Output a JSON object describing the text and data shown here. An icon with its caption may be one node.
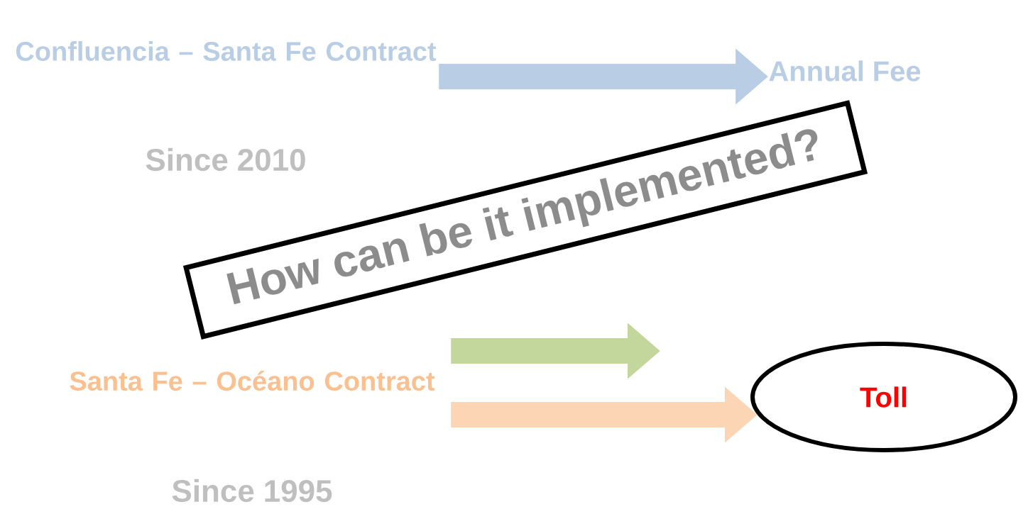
{
  "diagram": {
    "nodes": [
      {
        "text": [
          "Confluencia – Santa Fe Contract"
        ]
      },
      {
        "text": [
          "Annual Fee"
        ]
      },
      {
        "text": [
          "Santa Fe – Océano Contract"
        ]
      },
      {
        "text": [
          "Toll"
        ]
      },
      {
        "text": [
          "How can be it implemented?"
        ]
      }
    ],
    "edges": [
      {
        "from": 0,
        "to": 1,
        "arrow": "to",
        "color": "#b9cde5"
      },
      {
        "from": 2,
        "to": null,
        "arrow": "to",
        "color": "#c3d69b"
      },
      {
        "from": 2,
        "to": 3,
        "arrow": "to",
        "color": "#fcd5b5"
      }
    ],
    "labels": [
      "Since 2010",
      "Since 1995"
    ]
  }
}
